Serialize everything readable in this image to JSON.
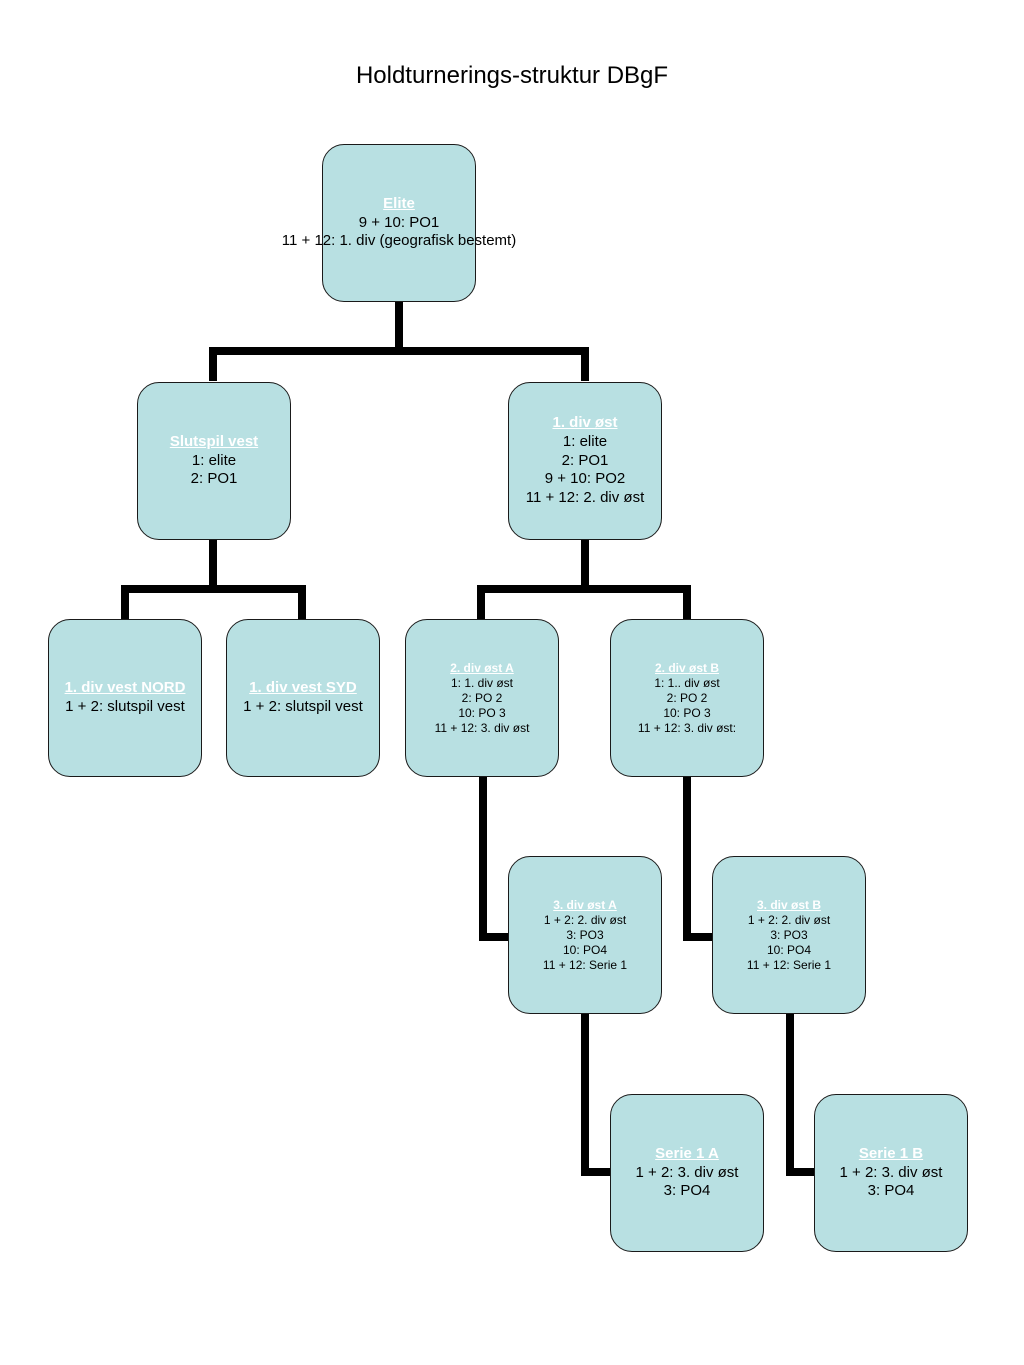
{
  "title": "Holdturnerings-struktur DBgF",
  "nodes": {
    "elite": {
      "heading": "Elite",
      "lines": [
        "9 + 10: PO1",
        "11 + 12: 1. div (geografisk bestemt)"
      ]
    },
    "slutspil_vest": {
      "heading": "Slutspil vest ",
      "lines": [
        "1: elite",
        "2: PO1"
      ]
    },
    "div1_ost": {
      "heading": "1. div øst",
      "lines": [
        "1: elite",
        "2: PO1",
        "9 + 10: PO2",
        "11 + 12: 2. div øst"
      ]
    },
    "div1_vest_nord": {
      "heading": "1. div vest NORD",
      "lines": [
        "1 + 2: slutspil vest"
      ]
    },
    "div1_vest_syd": {
      "heading": "1. div vest SYD",
      "lines": [
        "1 + 2: slutspil vest"
      ]
    },
    "div2_ost_a": {
      "heading": "2. div øst A",
      "lines": [
        "1: 1. div øst",
        "2: PO 2",
        "10: PO 3",
        "11 + 12: 3. div øst"
      ]
    },
    "div2_ost_b": {
      "heading": "2. div øst B",
      "lines": [
        "1: 1.. div øst",
        "2: PO 2",
        "10: PO 3",
        "11 + 12: 3. div øst:"
      ]
    },
    "div3_ost_a": {
      "heading": "3. div øst A",
      "lines": [
        "1 + 2: 2. div øst",
        "3: PO3",
        "10: PO4",
        "11 + 12: Serie 1"
      ]
    },
    "div3_ost_b": {
      "heading": "3. div øst B",
      "lines": [
        "1 + 2: 2. div øst",
        "3: PO3",
        "10: PO4",
        "11 + 12: Serie 1"
      ]
    },
    "serie1_a": {
      "heading": "Serie 1 A",
      "lines": [
        "1 + 2: 3. div øst",
        "3: PO4"
      ]
    },
    "serie1_b": {
      "heading": "Serie 1 B",
      "lines": [
        "1 + 2: 3. div øst",
        "3: PO4"
      ]
    }
  },
  "colors": {
    "box_fill": "#b8e0e2",
    "box_border": "#1a1a1a",
    "heading_text": "#ffffff",
    "connector": "#000000"
  }
}
